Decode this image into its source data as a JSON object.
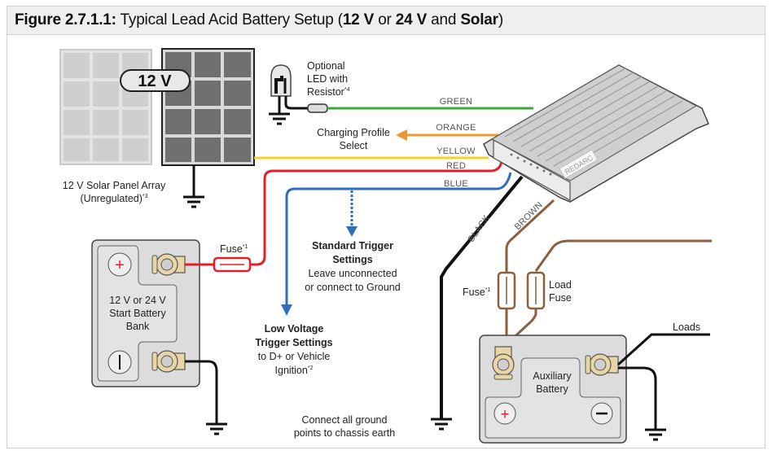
{
  "figure": {
    "number": "Figure 2.7.1.1:",
    "title_plain_1": "Typical Lead Acid Battery Setup (",
    "title_bold_1": "12 V",
    "title_plain_2": " or ",
    "title_bold_2": "24 V",
    "title_plain_3": " and ",
    "title_bold_3": "Solar",
    "title_plain_4": ")"
  },
  "solar": {
    "badge": "12 V",
    "label_line1": "12 V Solar Panel Array",
    "label_line2": "(Unregulated)",
    "label_note": "*3"
  },
  "led": {
    "line1": "Optional",
    "line2": "LED with",
    "line3": "Resistor",
    "note": "*4"
  },
  "charging_profile": {
    "line1": "Charging Profile",
    "line2": "Select"
  },
  "wires": {
    "green": {
      "label": "GREEN",
      "color": "#3aaa35"
    },
    "orange": {
      "label": "ORANGE",
      "color": "#f0962e"
    },
    "yellow": {
      "label": "YELLOW",
      "color": "#f5d327"
    },
    "red": {
      "label": "RED",
      "color": "#e21f26"
    },
    "blue": {
      "label": "BLUE",
      "color": "#2f6fba"
    },
    "black": {
      "label": "BLACK",
      "color": "#111111"
    },
    "brown": {
      "label": "BROWN",
      "color": "#8b5e3c"
    }
  },
  "device": {
    "brand": "REDARC"
  },
  "start_battery": {
    "line1": "12 V or 24 V",
    "line2": "Start Battery",
    "line3": "Bank",
    "fuse_label": "Fuse",
    "fuse_note": "*1"
  },
  "standard_trigger": {
    "title1": "Standard Trigger",
    "title2": "Settings",
    "desc1": "Leave unconnected",
    "desc2": "or connect to Ground"
  },
  "low_voltage_trigger": {
    "title1": "Low Voltage",
    "title2": "Trigger Settings",
    "desc1": "to D+ or Vehicle",
    "desc2": "Ignition",
    "note": "*2"
  },
  "ground_note": {
    "line1": "Connect all ground",
    "line2": "points to chassis earth"
  },
  "aux_battery": {
    "line1": "Auxiliary",
    "line2": "Battery",
    "fuse_label": "Fuse",
    "fuse_note": "*1",
    "load_fuse1": "Load",
    "load_fuse2": "Fuse",
    "loads": "Loads"
  },
  "symbols": {
    "plus": "+",
    "minus": "−"
  }
}
